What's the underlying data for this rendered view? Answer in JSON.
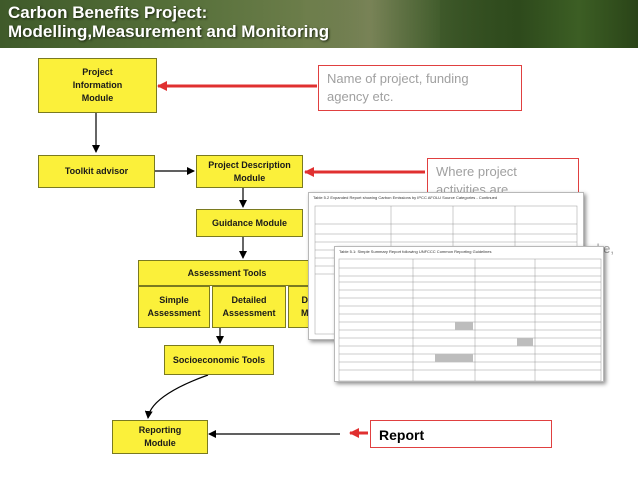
{
  "header": {
    "title_line1": "Carbon Benefits Project:",
    "title_line2": "Modelling,Measurement and Monitoring"
  },
  "colors": {
    "box_fill": "#fbf03a",
    "arrow_red": "#e03030",
    "arrow_black": "#000000",
    "callout_border": "#e04040",
    "callout_text": "#a0a0a0"
  },
  "flow": {
    "project_info": "Project\nInformation\nModule",
    "toolkit_advisor": "Toolkit advisor",
    "project_description": "Project Description\nModule",
    "guidance": "Guidance Module",
    "assessment_tools": "Assessment Tools",
    "simple_assessment": "Simple\nAssessment",
    "detailed_assessment": "Detailed\nAssessment",
    "dynamic_partial": "D\nM",
    "socioeconomic": "Socioeconomic Tools",
    "reporting": "Reporting\nModule"
  },
  "callouts": {
    "name_of_project": "Name of project, funding agency etc.",
    "where_project": "Where project activities are",
    "partial_text": "ake,",
    "report": "Report"
  },
  "report_docs": {
    "doc1_title": "Table 5.2 Expanded Report showing Carbon Emissions by IPCC AFOLU Source Categories - Continued",
    "doc2_title": "Table 5.1: Simple Summary Report following UNFCCC Common Reporting Guidelines"
  }
}
